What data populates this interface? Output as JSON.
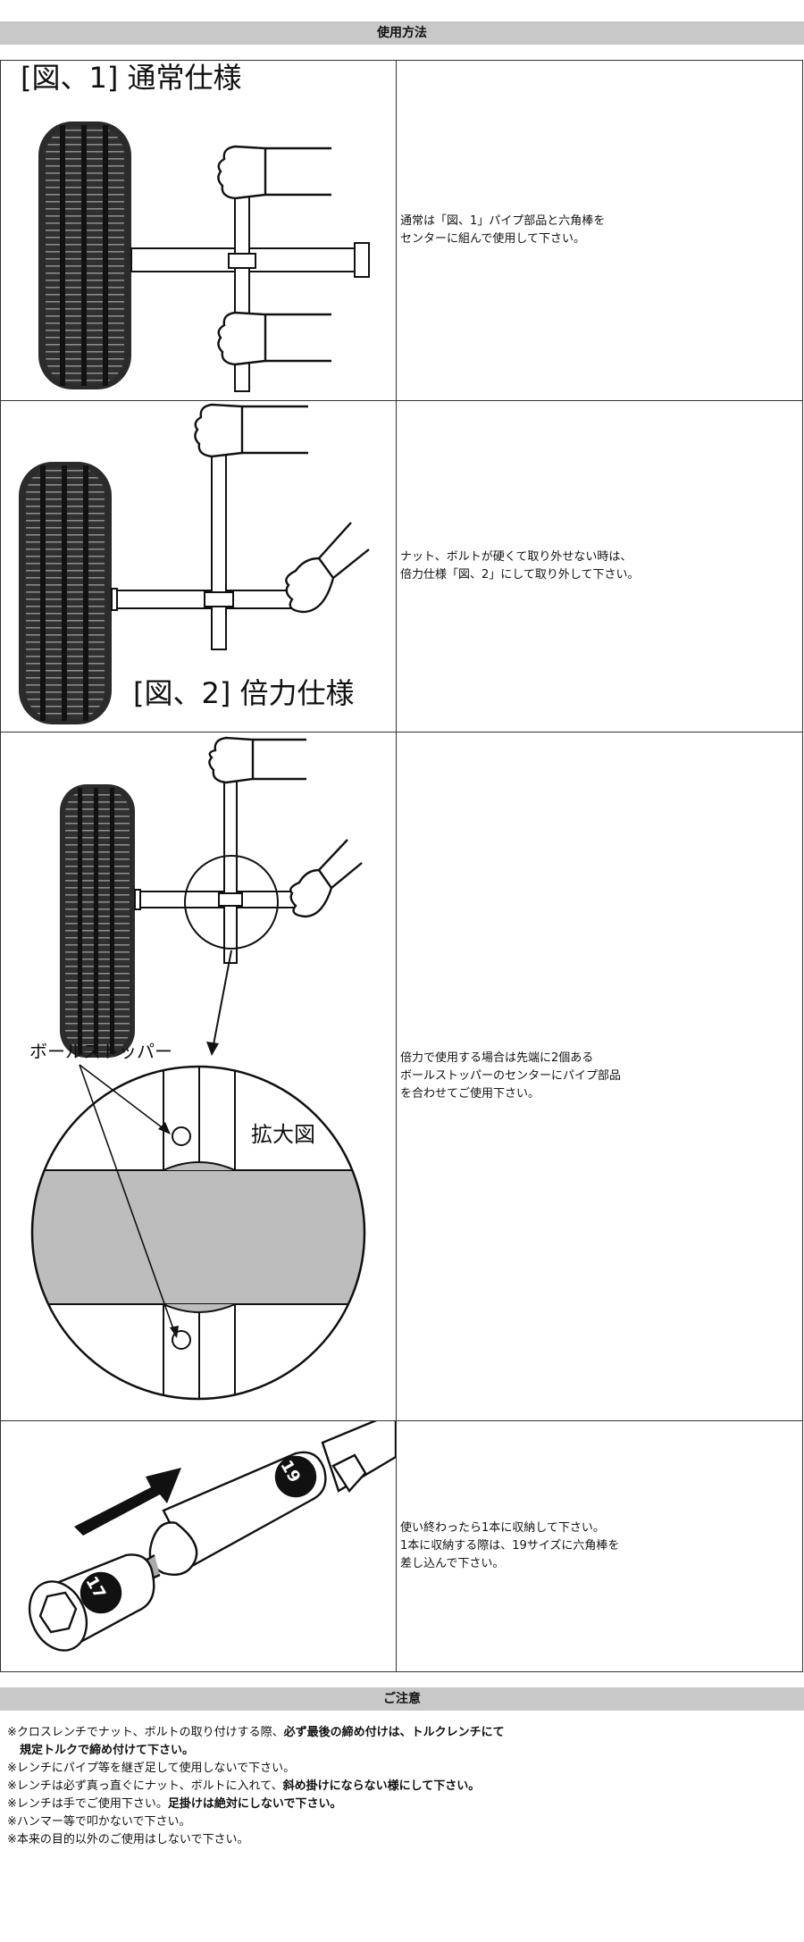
{
  "header": {
    "usage_title": "使用方法",
    "caution_title": "ご注意"
  },
  "steps": [
    {
      "fig_label": "[図、1] 通常仕様",
      "text": [
        "通常は「図、1」パイプ部品と六角棒を",
        "センターに組んで使用して下さい。"
      ]
    },
    {
      "fig_label": "[図、2] 倍力仕様",
      "text": [
        "ナット、ボルトが硬くて取り外せない時は、",
        "倍力仕様「図、2」にして取り外して下さい。"
      ]
    },
    {
      "labels": {
        "stopper": "ボールストッパー",
        "zoom": "拡大図"
      },
      "text": [
        "倍力で使用する場合は先端に2個ある",
        "ボールストッパーのセンターにパイプ部品",
        "を合わせてご使用下さい。"
      ]
    },
    {
      "labels": {
        "size_19": "19",
        "size_17": "17"
      },
      "text": [
        "使い終わったら1本に収納して下さい。",
        "1本に収納する際は、19サイズに六角棒を",
        "差し込んで下さい。"
      ]
    }
  ],
  "notes": [
    {
      "plain": "※クロスレンチでナット、ボルトの取り付けする際、",
      "bold": "必ず最後の締め付けは、トルクレンチにて"
    },
    {
      "plain": "",
      "bold": "規定トルクで締め付けて下さい。"
    },
    {
      "plain": "※レンチにパイプ等を継ぎ足して使用しないで下さい。",
      "bold": ""
    },
    {
      "plain": "※レンチは必ず真っ直ぐにナット、ボルトに入れて、",
      "bold": "斜め掛けにならない様にして下さい。"
    },
    {
      "plain": "※レンチは手でご使用下さい。",
      "bold": "足掛けは絶対にしないで下さい。"
    },
    {
      "plain": "※ハンマー等で叩かないで下さい。",
      "bold": ""
    },
    {
      "plain": "※本来の目的以外のご使用はしないで下さい。",
      "bold": ""
    }
  ]
}
